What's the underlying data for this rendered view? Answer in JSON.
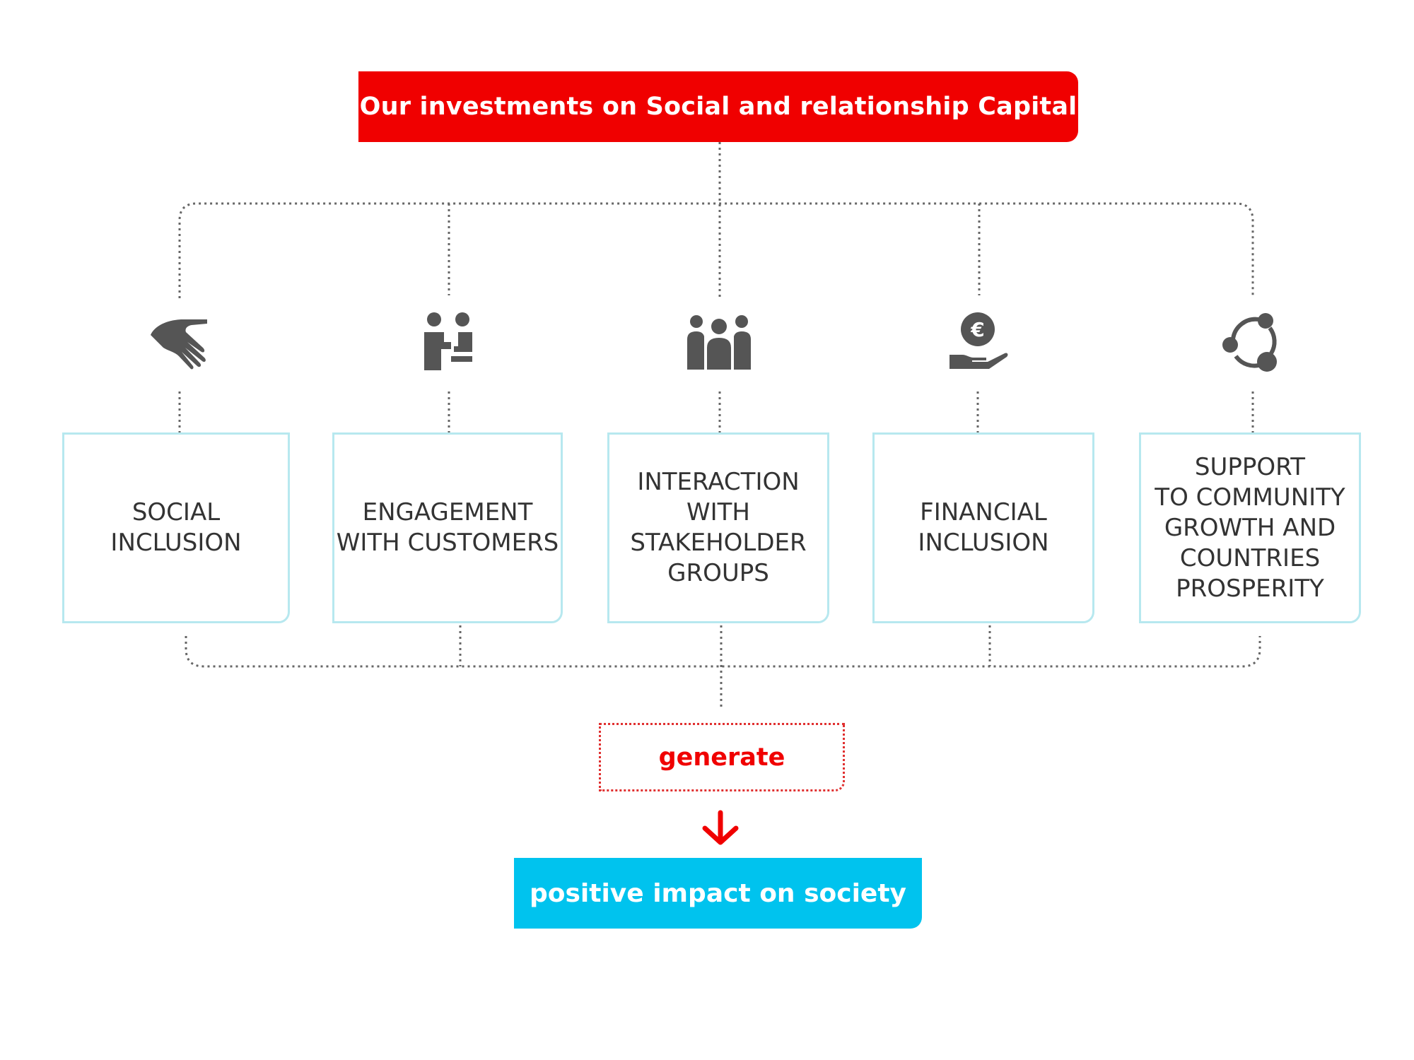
{
  "title": "Our investments on Social and relationship Capital",
  "pillars": [
    {
      "label": "SOCIAL\nINCLUSION",
      "icon": "helping-hand-icon"
    },
    {
      "label": "ENGAGEMENT\nWITH CUSTOMERS",
      "icon": "handshake-people-icon"
    },
    {
      "label": "INTERACTION\nWITH\nSTAKEHOLDER\nGROUPS",
      "icon": "group-people-icon"
    },
    {
      "label": "FINANCIAL\nINCLUSION",
      "icon": "euro-coin-hand-icon"
    },
    {
      "label": "SUPPORT\nTO COMMUNITY\nGROWTH AND\nCOUNTRIES\nPROSPERITY",
      "icon": "network-cycle-icon"
    }
  ],
  "generate_label": "generate",
  "outcome_label": "positive impact on society",
  "colors": {
    "title_bg": "#f00000",
    "box_border": "#b7e8ef",
    "icon": "#555555",
    "generate_text": "#f00000",
    "outcome_bg": "#00c3ee"
  }
}
